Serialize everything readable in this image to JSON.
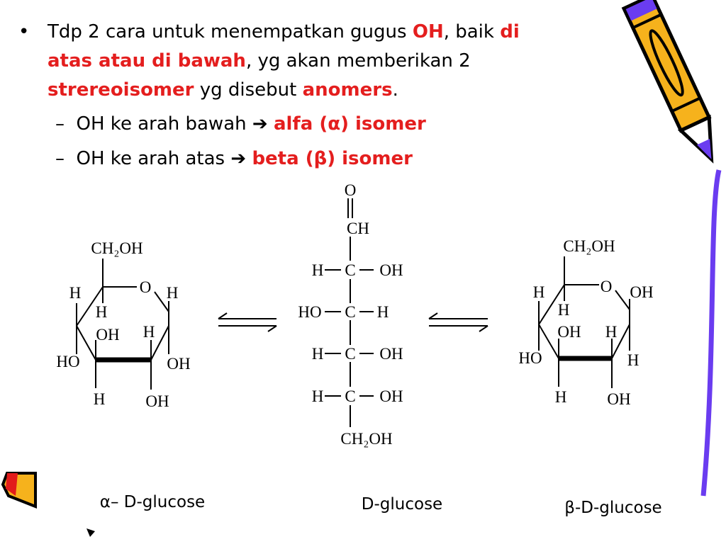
{
  "bullet": {
    "marker": "•",
    "l1a": "Tdp 2 cara untuk menempatkan gugus ",
    "l1b": "OH",
    "l1c": ", baik ",
    "l1d": "di",
    "l2a": "atas atau di bawah",
    "l2b": ", yg akan memberikan 2",
    "l3a": "strereoisomer",
    "l3b": " yg disebut ",
    "l3c": "anomers",
    "l3d": "."
  },
  "sub": [
    {
      "dash": "–",
      "text": "OH ke arah bawah ",
      "arrow": "➔",
      "emph": "alfa (α) isomer"
    },
    {
      "dash": "–",
      "text": "OH ke arah atas ",
      "arrow": "➔",
      "emph": "beta (β) isomer"
    }
  ],
  "alpha": {
    "ch2oh": "CH₂OH",
    "h1": "H",
    "o": "O",
    "h2": "H",
    "h3": "H",
    "oh1": "OH",
    "h4": "H",
    "ho": "HO",
    "oh2": "OH",
    "h5": "H",
    "oh3": "OH"
  },
  "fischer": {
    "o": "O",
    "ch": "CH",
    "r1l": "H",
    "r1c": "C",
    "r1r": "OH",
    "r2l": "HO",
    "r2c": "C",
    "r2r": "H",
    "r3l": "H",
    "r3c": "C",
    "r3r": "OH",
    "r4l": "H",
    "r4c": "C",
    "r4r": "OH",
    "ch2oh": "CH₂OH"
  },
  "beta": {
    "ch2oh": "CH₂OH",
    "h1": "H",
    "o": "O",
    "oh0": "OH",
    "h3": "H",
    "oh1": "OH",
    "h4": "H",
    "ho": "HO",
    "h2": "H",
    "h5": "H",
    "oh3": "OH"
  },
  "captions": {
    "alpha": "α– D-glucose",
    "d": "D-glucose",
    "beta": "β-D-glucose"
  },
  "colors": {
    "emphasis": "#e41e1e",
    "pencil_body": "#f6b21c",
    "pencil_accent": "#6a3cf0"
  }
}
